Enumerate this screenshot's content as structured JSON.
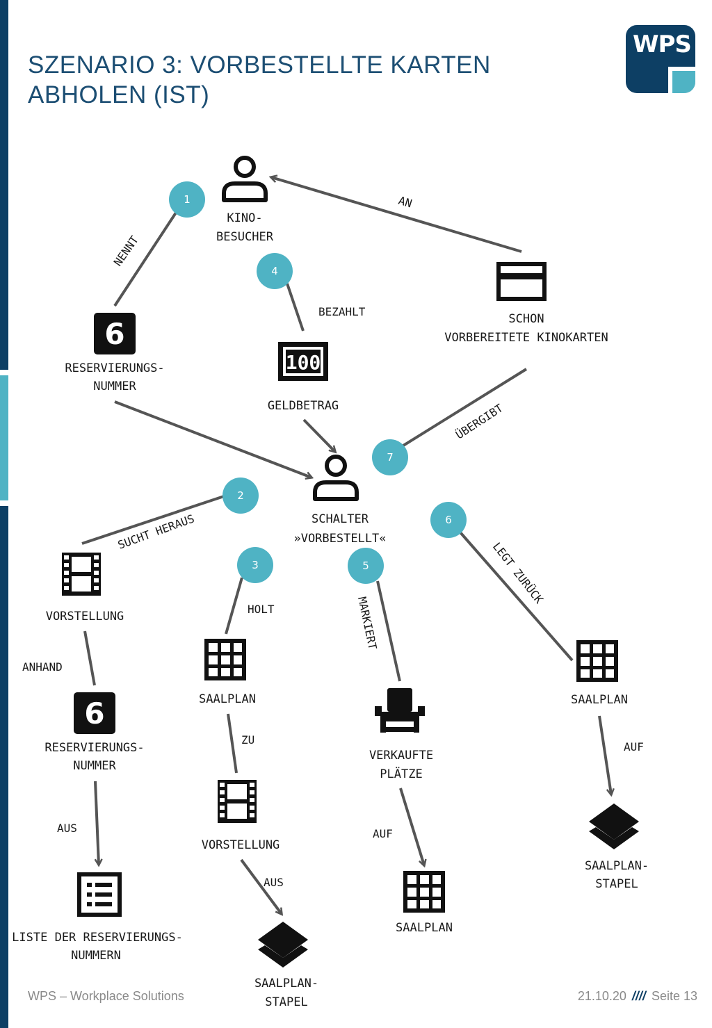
{
  "header": {
    "title_line1": "SZENARIO 3: VORBESTELLTE KARTEN",
    "title_line2": "ABHOLEN (IST)"
  },
  "logo": {
    "text": "WPS"
  },
  "footer": {
    "company": "WPS – Workplace Solutions",
    "date": "21.10.20",
    "separator": "////",
    "page": "Seite 13"
  },
  "colors": {
    "brand_dark": "#0d3f64",
    "brand_accent": "#4fb3c4",
    "arrow": "#555555"
  },
  "nodes": {
    "kinobesucher": {
      "icon": "person-icon",
      "line1": "KINO-",
      "line2": "BESUCHER"
    },
    "reservierungsnummer_top": {
      "icon": "number-six-icon",
      "badge": "6",
      "line1": "RESERVIERUNGS-",
      "line2": "NUMMER"
    },
    "geldbetrag": {
      "icon": "money-bill-icon",
      "badge": "100",
      "line1": "GELDBETRAG"
    },
    "kinokarten": {
      "icon": "credit-card-icon",
      "line1": "SCHON",
      "line2": "VORBEREITETE KINOKARTEN"
    },
    "schalter": {
      "icon": "person-icon",
      "line1": "SCHALTER",
      "line2": "»VORBESTELLT«"
    },
    "vorstellung_left": {
      "icon": "film-icon",
      "line1": "VORSTELLUNG"
    },
    "reservierungsnummer_bottom": {
      "icon": "number-six-icon",
      "badge": "6",
      "line1": "RESERVIERUNGS-",
      "line2": "NUMMER"
    },
    "liste": {
      "icon": "list-icon",
      "line1": "LISTE DER RESERVIERUNGS-",
      "line2": "NUMMERN"
    },
    "saalplan_mid": {
      "icon": "grid-icon",
      "line1": "SAALPLAN"
    },
    "vorstellung_mid": {
      "icon": "film-icon",
      "line1": "VORSTELLUNG"
    },
    "saalplanstapel_mid": {
      "icon": "layers-icon",
      "line1": "SAALPLAN-",
      "line2": "STAPEL"
    },
    "verkaufte_plaetze": {
      "icon": "seat-icon",
      "line1": "VERKAUFTE",
      "line2": "PLÄTZE"
    },
    "saalplan_bottom": {
      "icon": "grid-icon",
      "line1": "SAALPLAN"
    },
    "saalplan_right": {
      "icon": "grid-icon",
      "line1": "SAALPLAN"
    },
    "saalplanstapel_right": {
      "icon": "layers-icon",
      "line1": "SAALPLAN-",
      "line2": "STAPEL"
    }
  },
  "steps": [
    "1",
    "2",
    "3",
    "4",
    "5",
    "6",
    "7"
  ],
  "edges": {
    "nennt": "NENNT",
    "an": "AN",
    "bezahlt": "BEZAHLT",
    "uebergibt": "ÜBERGIBT",
    "sucht_heraus": "SUCHT HERAUS",
    "holt": "HOLT",
    "markiert": "MARKIERT",
    "legt_zurueck": "LEGT ZURÜCK",
    "anhand": "ANHAND",
    "aus_left": "AUS",
    "zu": "ZU",
    "aus_mid": "AUS",
    "auf_mid": "AUF",
    "auf_right": "AUF"
  }
}
